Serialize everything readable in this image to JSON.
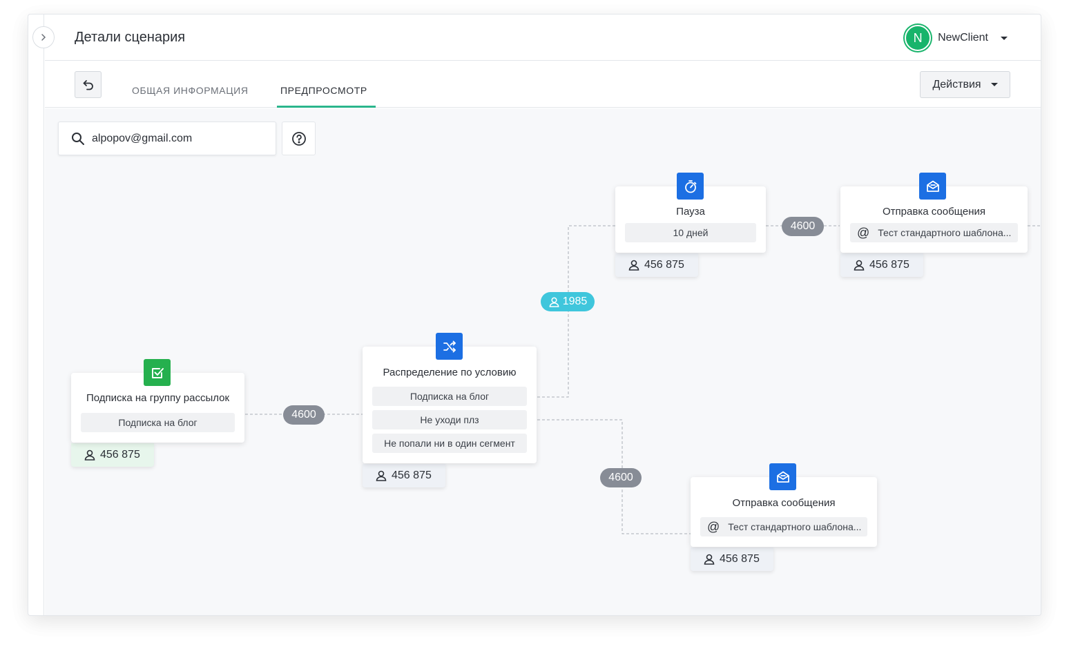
{
  "header": {
    "title": "Детали сценария"
  },
  "user": {
    "initial": "N",
    "name": "NewClient"
  },
  "tabs": {
    "general": "ОБЩАЯ ИНФОРМАЦИЯ",
    "preview": "ПРЕДПРОСМОТР"
  },
  "actions": {
    "label": "Действия"
  },
  "search": {
    "value": "alpopov@gmail.com"
  },
  "colors": {
    "accent": "#2ab58c",
    "node_blue": "#1c6fe3",
    "node_green": "#25b04e",
    "pill_gray": "#878c96",
    "pill_cyan": "#3fc6dc"
  },
  "nodes": {
    "subscription": {
      "icon": "checkbox-icon",
      "title": "Подписка на группу рассылок",
      "rows": [
        "Подписка на блог"
      ],
      "count": "456 875"
    },
    "split": {
      "icon": "shuffle-icon",
      "title": "Распределение по условию",
      "rows": [
        "Подписка на блог",
        "Не уходи плз",
        "Не попали ни в один сегмент"
      ],
      "count": "456 875"
    },
    "pause": {
      "icon": "timer-icon",
      "title": "Пауза",
      "rows": [
        "10 дней"
      ],
      "count": "456 875"
    },
    "message_top": {
      "icon": "envelope-open-icon",
      "title": "Отправка сообщения",
      "rows": [
        "Тест стандартного шаблона..."
      ],
      "count": "456 875"
    },
    "message_bottom": {
      "icon": "envelope-open-icon",
      "title": "Отправка сообщения",
      "rows": [
        "Тест стандартного шаблона..."
      ],
      "count": "456 875"
    }
  },
  "edges": {
    "sub_to_split": "4600",
    "split_to_pause": "1985",
    "pause_to_message": "4600",
    "split_to_message_bottom": "4600"
  }
}
